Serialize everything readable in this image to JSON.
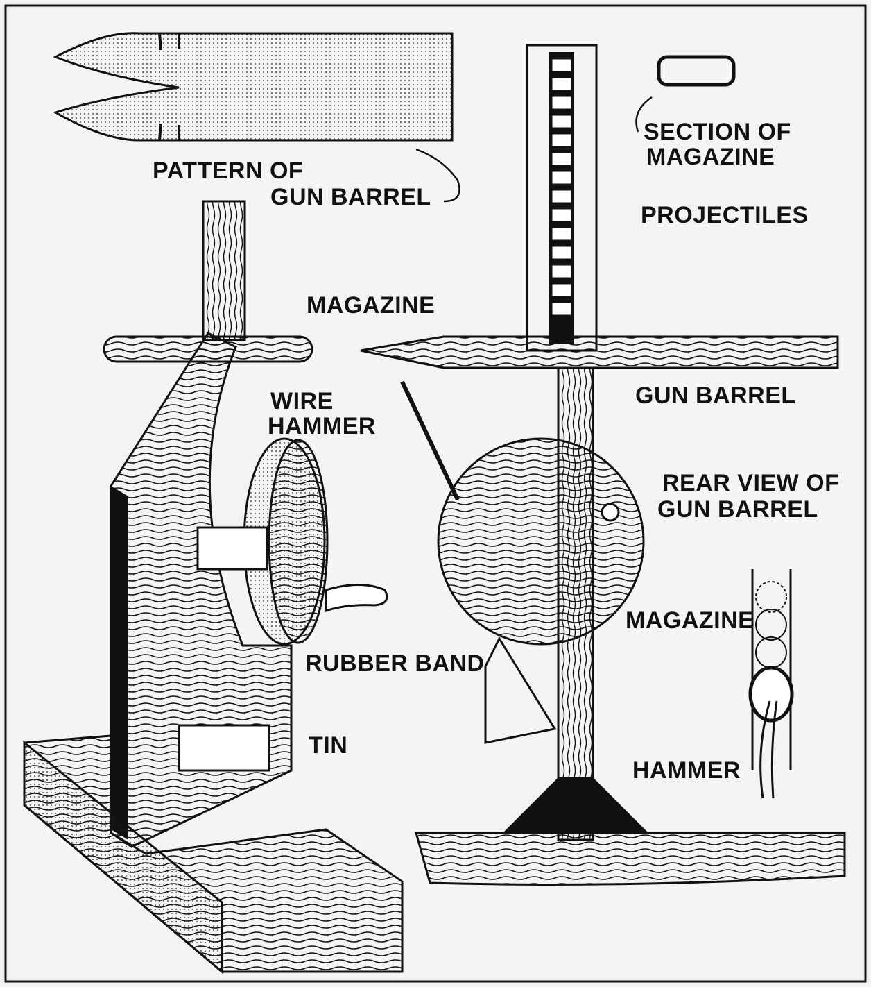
{
  "labels": {
    "pattern": [
      "PATTERN OF",
      "GUN BARREL"
    ],
    "section": [
      "SECTION OF",
      "MAGAZINE"
    ],
    "projectiles": "PROJECTILES",
    "magazine_left": "MAGAZINE",
    "gun_barrel": "GUN BARREL",
    "wire_hammer": [
      "WIRE",
      "HAMMER"
    ],
    "rear_view": [
      "REAR VIEW OF",
      "GUN BARREL"
    ],
    "magazine_rear": "MAGAZINE",
    "rubber_band": "RUBBER BAND",
    "tin": "TIN",
    "hammer": "HAMMER"
  },
  "colors": {
    "ink": "#111111",
    "paper": "#f4f4f2"
  }
}
